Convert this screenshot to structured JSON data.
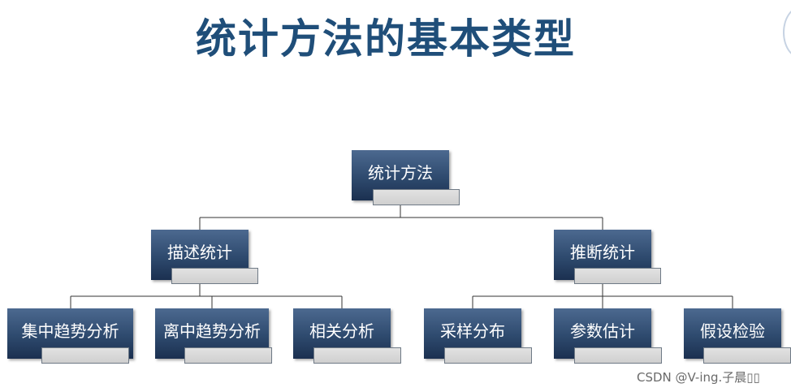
{
  "title": "统计方法的基本类型",
  "colors": {
    "title": "#1f4e79",
    "node_top": "#4c6990",
    "node_bottom": "#1b3050",
    "connector": "#333333"
  },
  "tree": {
    "root": "统计方法",
    "branches": [
      {
        "label": "描述统计",
        "children": [
          "集中趋势分析",
          "离中趋势分析",
          "相关分析"
        ]
      },
      {
        "label": "推断统计",
        "children": [
          "采样分布",
          "参数估计",
          "假设检验"
        ]
      }
    ]
  },
  "watermark": "CSDN @V-ing.子晨▯▯"
}
